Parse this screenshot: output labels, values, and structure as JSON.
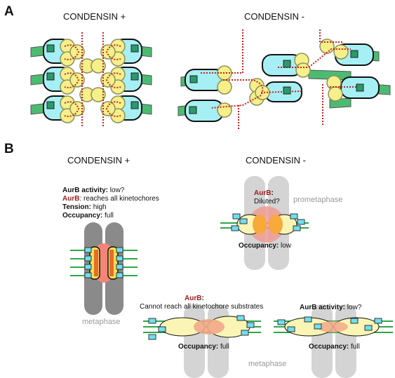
{
  "panel_a": {
    "letter": "A",
    "left_title": "CONDENSIN +",
    "right_title": "CONDENSIN -"
  },
  "panel_b": {
    "letter": "B",
    "left_title": "CONDENSIN +",
    "right_title": "CONDENSIN -",
    "metaphase_plus": {
      "line1_label": "AurB activity:",
      "line1_value": " low?",
      "line2_label": "AurB",
      "line2_value": ": reaches all kinetochores",
      "line3_label": "Tension:",
      "line3_value": " high",
      "line4_label": "Occupancy:",
      "line4_value": " full",
      "phase": "metaphase"
    },
    "prometaphase": {
      "aurb_label": "AurB",
      "aurb_colon": ":",
      "aurb_value": "Diluted?",
      "phase": "prometaphase",
      "occ_label": "Occupancy:",
      "occ_value": " low"
    },
    "metaphase_minus_left": {
      "aurb_label": "AurB",
      "aurb_colon": ":",
      "aurb_value": "Cannot reach all kinetochore substrates",
      "occ_label": "Occupancy:",
      "occ_value": " full"
    },
    "metaphase_minus_right": {
      "aurb_label": "AurB activity:",
      "aurb_value": " low?",
      "occ_label": "Occupancy:",
      "occ_value": " full"
    },
    "metaphase_minus_phase": "metaphase"
  },
  "colors": {
    "cyan": "#a6f0f5",
    "yellow": "#f5f08a",
    "green": "#4cbb72",
    "red_dots": "#c9211e",
    "gray_chromosome": "#d4d4d4",
    "dark_chromosome": "#8a8a8a",
    "aurb_red": "#9b1c1c"
  }
}
